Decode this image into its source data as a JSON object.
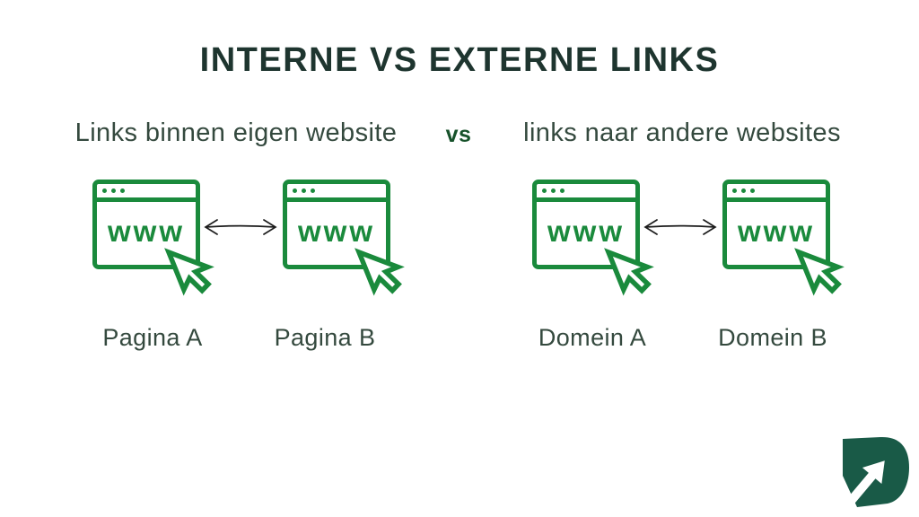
{
  "page": {
    "title": "INTERNE VS EXTERNE LINKS",
    "left_subtitle": "Links binnen eigen website",
    "vs_label": "vs",
    "right_subtitle": "links naar andere websites"
  },
  "windows": [
    {
      "www": "www",
      "label": "Pagina A"
    },
    {
      "www": "www",
      "label": "Pagina B"
    },
    {
      "www": "www",
      "label": "Domein A"
    },
    {
      "www": "www",
      "label": "Domein B"
    }
  ],
  "icons": {
    "browser_window": "browser-window-icon",
    "cursor": "cursor-arrow-icon",
    "double_arrow": "double-headed-arrow-icon",
    "logo": "leaf-arrow-logo"
  },
  "colors": {
    "icon_green": "#1a8a3c",
    "title_dark_green": "#1e352f",
    "text_gray_green": "#34493e",
    "vs_dark_green": "#17522b",
    "logo_leaf_green": "#195a47",
    "arrow_black": "#1c1c1c",
    "background": "#ffffff"
  }
}
